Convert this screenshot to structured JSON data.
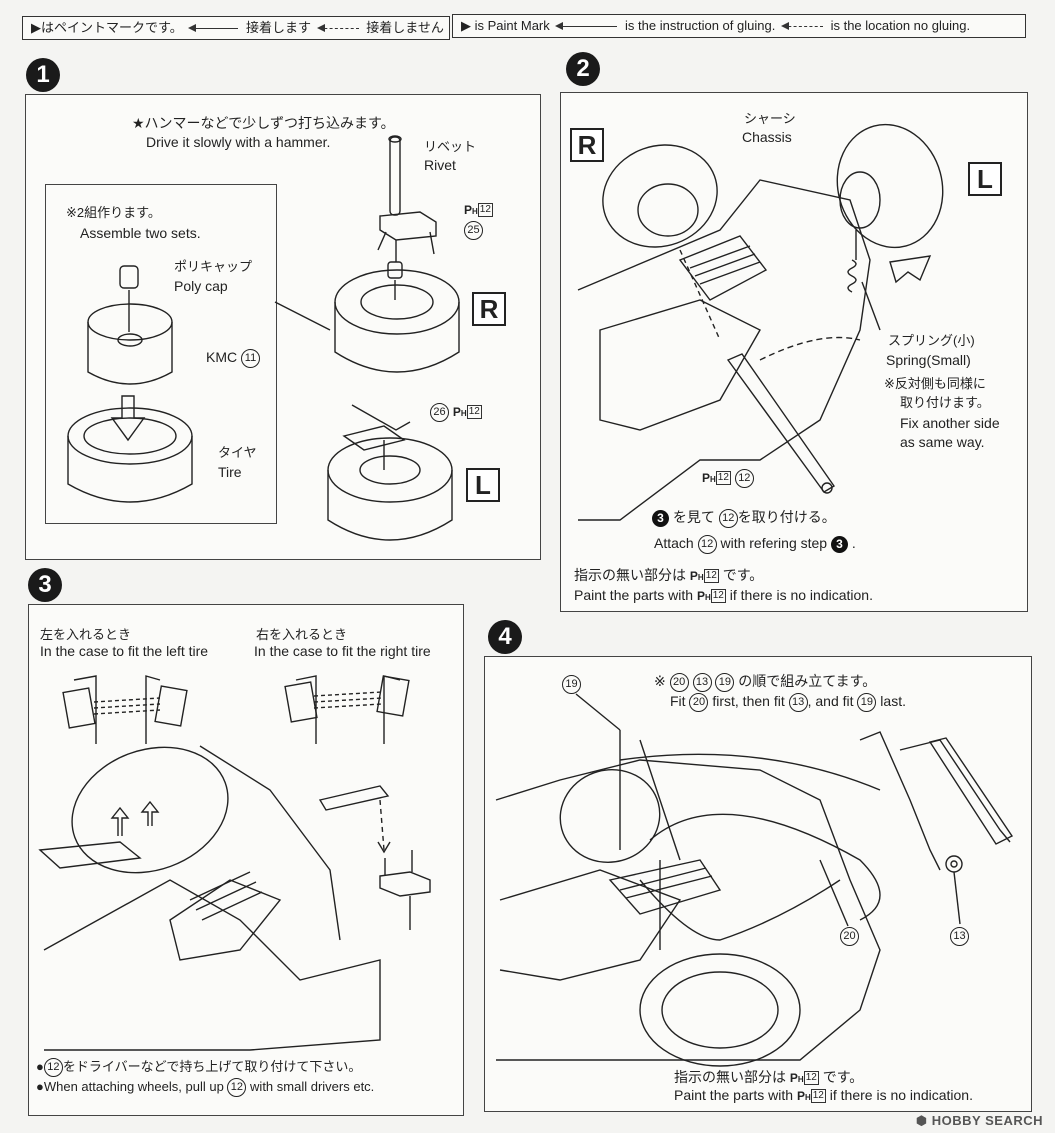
{
  "legend_jp": {
    "paint": "はペイントマークです。",
    "glue": "接着します",
    "no_glue": "接着しません"
  },
  "legend_en": {
    "paint": "is Paint Mark",
    "glue": "is the instruction of gluing.",
    "no_glue": "is the location no gluing."
  },
  "steps": {
    "s1": {
      "num": "1",
      "note_jp": "★ハンマーなどで少しずつ打ち込みます。",
      "note_en": "Drive it slowly with a hammer.",
      "sets_jp": "※2組作ります。",
      "sets_en": "Assemble two sets.",
      "polycap_jp": "ポリキャップ",
      "polycap_en": "Poly cap",
      "rivet_jp": "リベット",
      "rivet_en": "Rivet",
      "kmc": "KMC",
      "tire_jp": "タイヤ",
      "tire_en": "Tire",
      "part_25": "25",
      "part_26": "26",
      "part_11": "11",
      "ph_num": "12",
      "tag_r": "R",
      "tag_l": "L"
    },
    "s2": {
      "num": "2",
      "chassis_jp": "シャーシ",
      "chassis_en": "Chassis",
      "spring_jp": "スプリング(小)",
      "spring_en": "Spring(Small)",
      "fix_jp_1": "※反対側も同様に",
      "fix_jp_2": "取り付けます。",
      "fix_en_1": "Fix another side",
      "fix_en_2": "as same way.",
      "part_12": "12",
      "see_jp_a": "を見て",
      "see_jp_b": "を取り付ける。",
      "attach_en_a": "Attach",
      "attach_en_b": "with refering step",
      "paint_jp_a": "指示の無い部分は",
      "paint_jp_b": "です。",
      "paint_en_a": "Paint the parts with",
      "paint_en_b": "if there is no indication.",
      "tag_r": "R",
      "tag_l": "L",
      "ref_step": "3"
    },
    "s3": {
      "num": "3",
      "left_jp": "左を入れるとき",
      "left_en": "In the case to fit the left tire",
      "right_jp": "右を入れるとき",
      "right_en": "In the case to fit the right tire",
      "note_jp_a": "●",
      "note_jp_b": "をドライバーなどで持ち上げて取り付けて下さい。",
      "note_en_a": "●When attaching wheels, pull up",
      "note_en_b": "with small drivers etc.",
      "part_12": "12"
    },
    "s4": {
      "num": "4",
      "order_jp_a": "※",
      "order_jp_b": "の順で組み立てます。",
      "order_en_a": "Fit",
      "order_en_b": "first, then fit",
      "order_en_c": ", and fit",
      "order_en_d": "last.",
      "part_19": "19",
      "part_20": "20",
      "part_13": "13",
      "paint_jp_a": "指示の無い部分は",
      "paint_jp_b": "です。",
      "paint_en_a": "Paint the parts with",
      "paint_en_b": "if there is no indication."
    }
  },
  "ph_label": "P",
  "ph_sub": "H",
  "ph_box": "12",
  "brand": "HOBBY SEARCH",
  "colors": {
    "ink": "#222222",
    "paper": "#fbfbf9",
    "step_badge": "#1a1a1a"
  }
}
